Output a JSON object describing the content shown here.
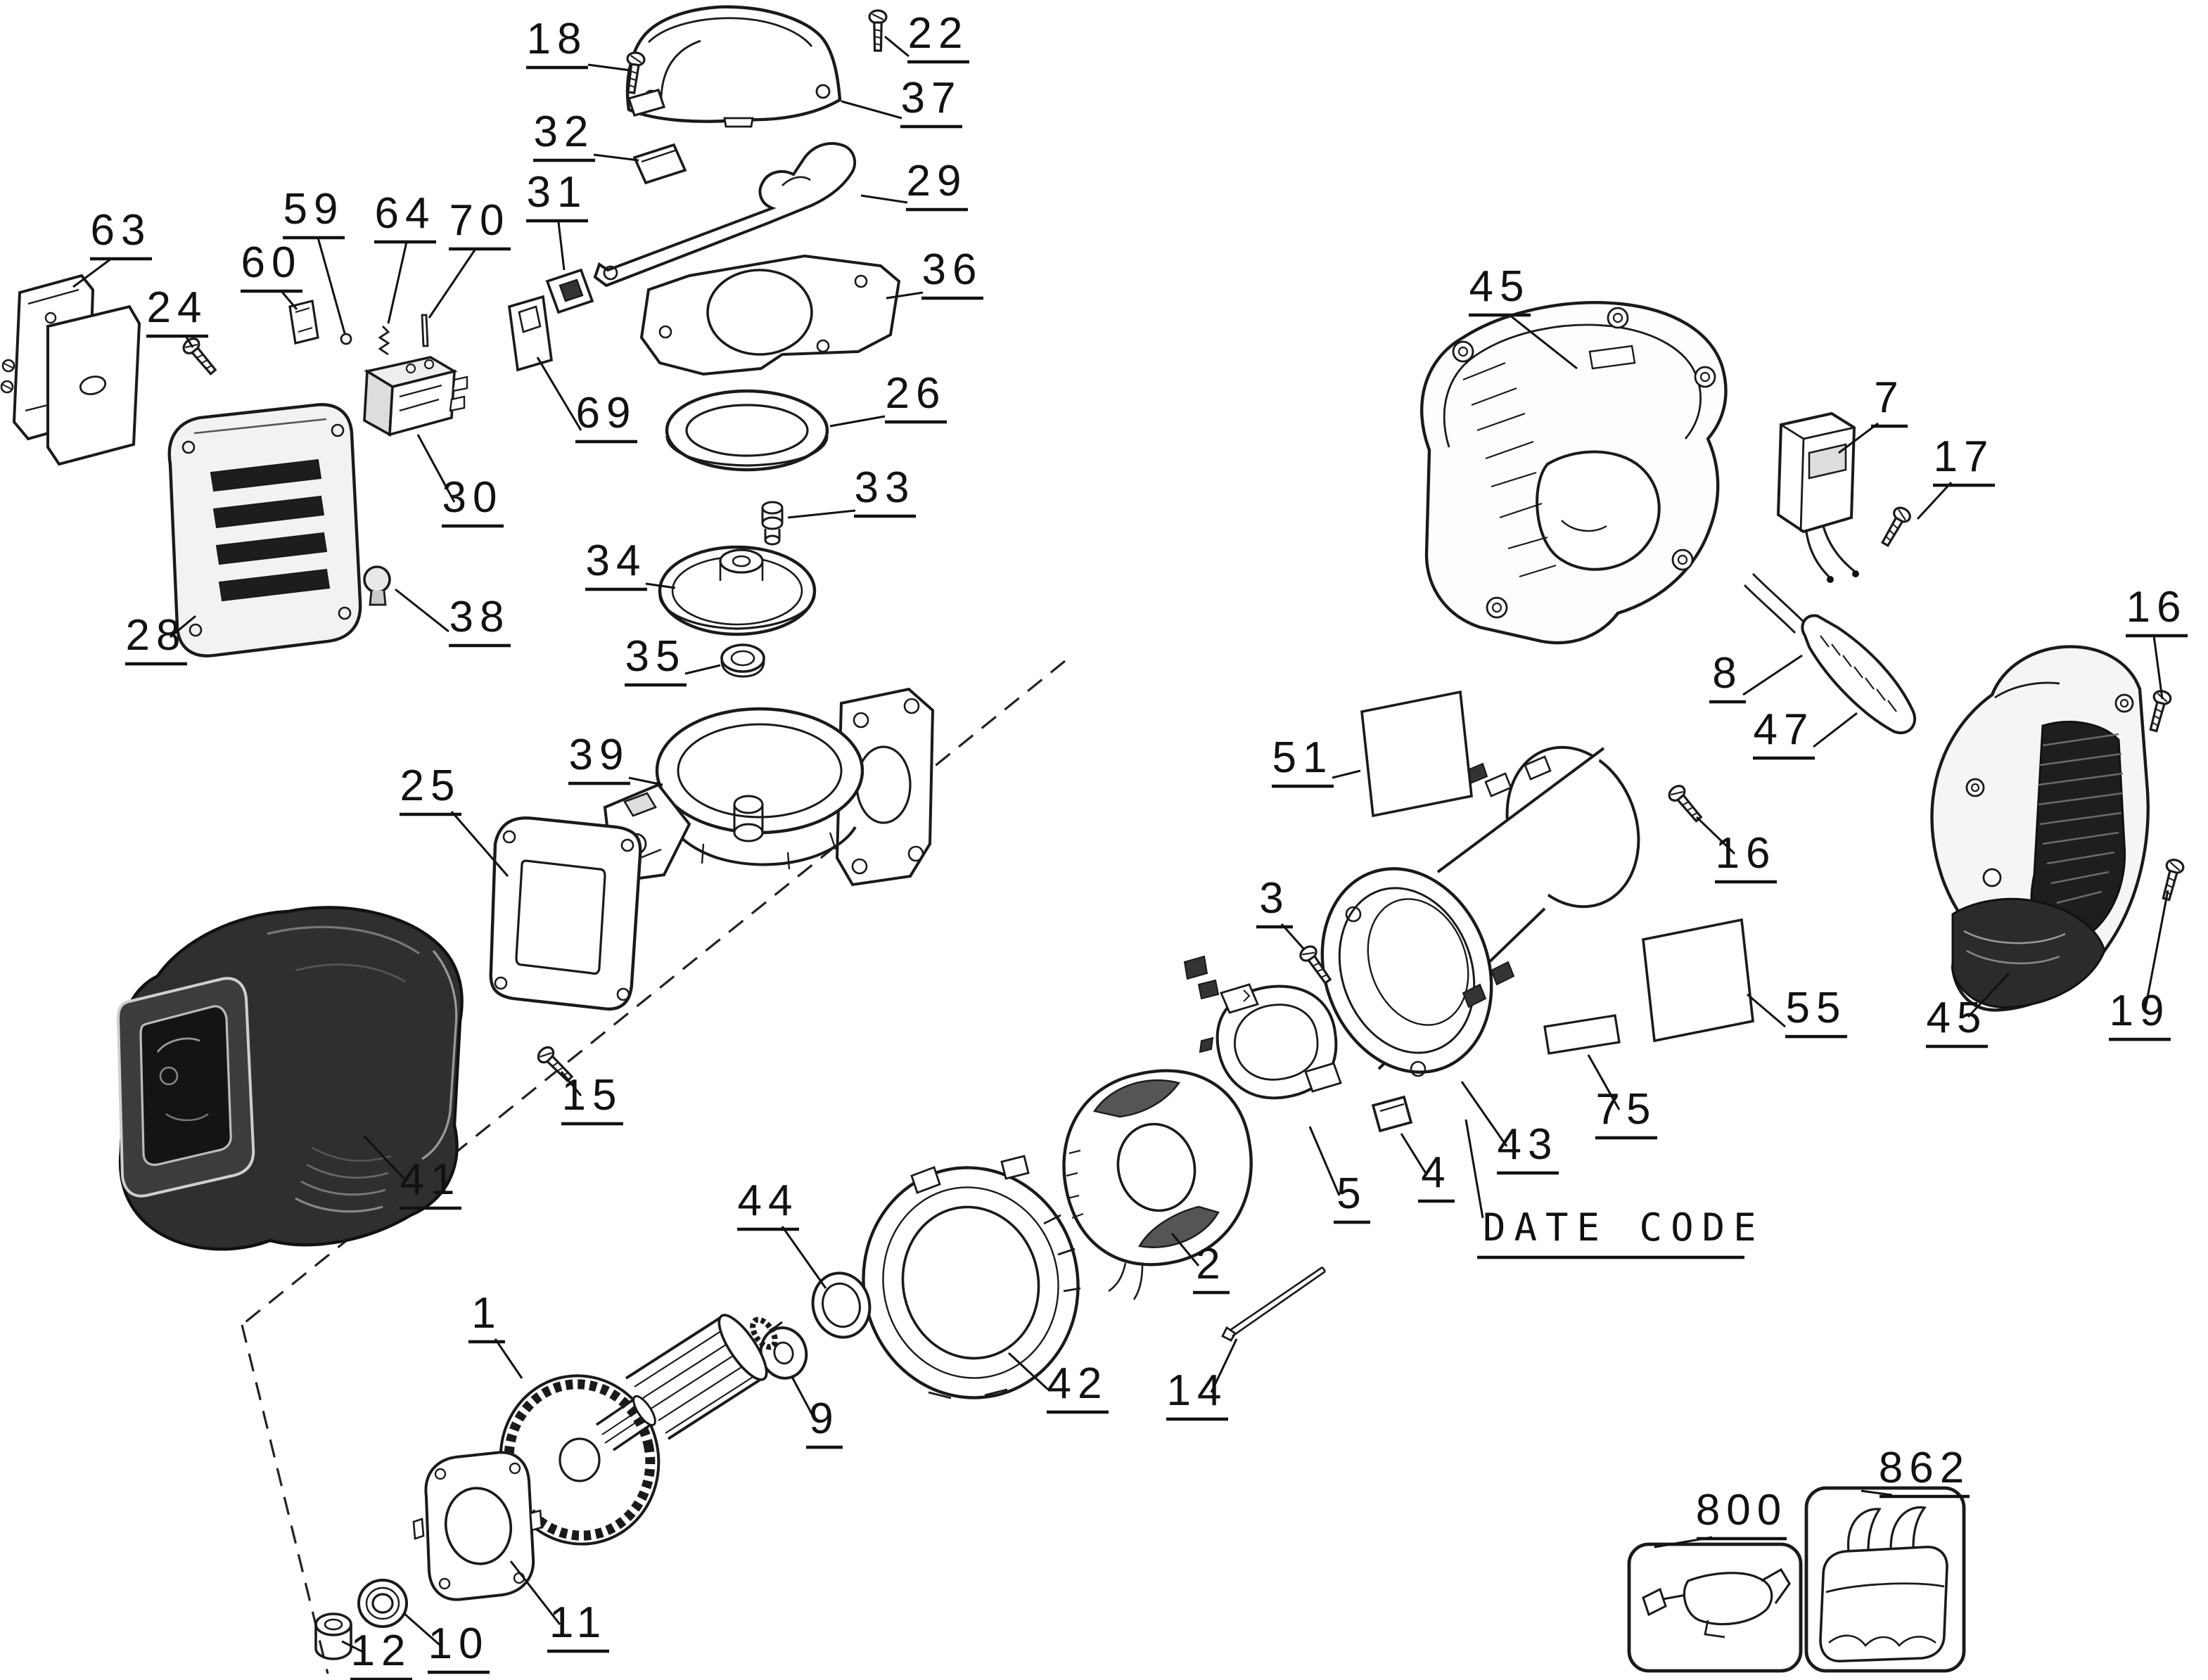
{
  "diagram": {
    "background": "#ffffff",
    "line_color": "#1a1a1a",
    "date_code_label": "DATE CODE",
    "callouts": {
      "c18": "18",
      "c22": "22",
      "c37": "37",
      "c32": "32",
      "c29": "29",
      "c31": "31",
      "c36": "36",
      "c63": "63",
      "c59": "59",
      "c64": "64",
      "c70": "70",
      "c60": "60",
      "c24": "24",
      "c26": "26",
      "c69": "69",
      "c45a": "45",
      "c7": "7",
      "c17": "17",
      "c33": "33",
      "c30": "30",
      "c34": "34",
      "c38": "38",
      "c16a": "16",
      "c28": "28",
      "c35": "35",
      "c8": "8",
      "c47": "47",
      "c39": "39",
      "c51": "51",
      "c25": "25",
      "c16b": "16",
      "c3": "3",
      "c55": "55",
      "c45b": "45",
      "c19": "19",
      "c75": "75",
      "c43": "43",
      "c15": "15",
      "c4": "4",
      "c5": "5",
      "c41": "41",
      "c44": "44",
      "c2": "2",
      "c1": "1",
      "c42": "42",
      "c14": "14",
      "c9": "9",
      "c800": "800",
      "c862": "862",
      "c11": "11",
      "c10": "10",
      "c12": "12"
    }
  }
}
